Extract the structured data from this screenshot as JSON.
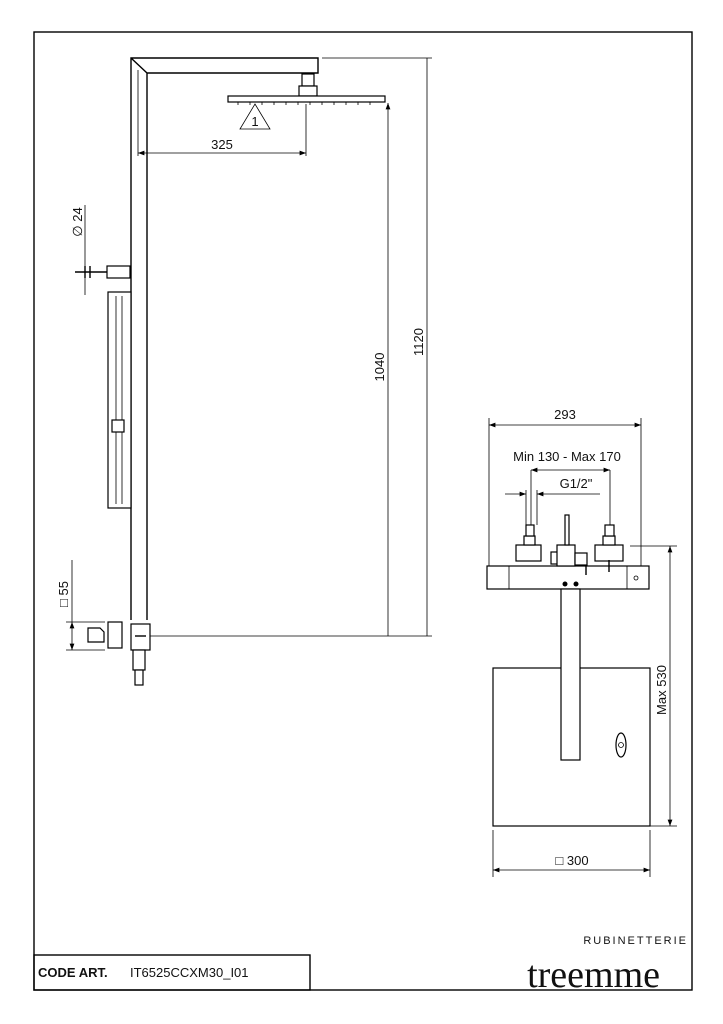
{
  "drawing": {
    "dimensions": {
      "arm_projection": "325",
      "height_head": "1040",
      "height_total": "1120",
      "hose_diameter": "∅ 24",
      "mixer_size": "□ 55",
      "width_mixer": "293",
      "center_distance": "Min 130 - Max 170",
      "connection_thread": "G1/2\"",
      "max_depth": "Max 530",
      "plate_size": "□ 300"
    },
    "note_marker": "1"
  },
  "title_block": {
    "code_label": "CODE ART.",
    "code_value": "IT6525CCXM30_I01",
    "brand_sub": "RUBINETTERIE",
    "brand_name": "treemme"
  }
}
